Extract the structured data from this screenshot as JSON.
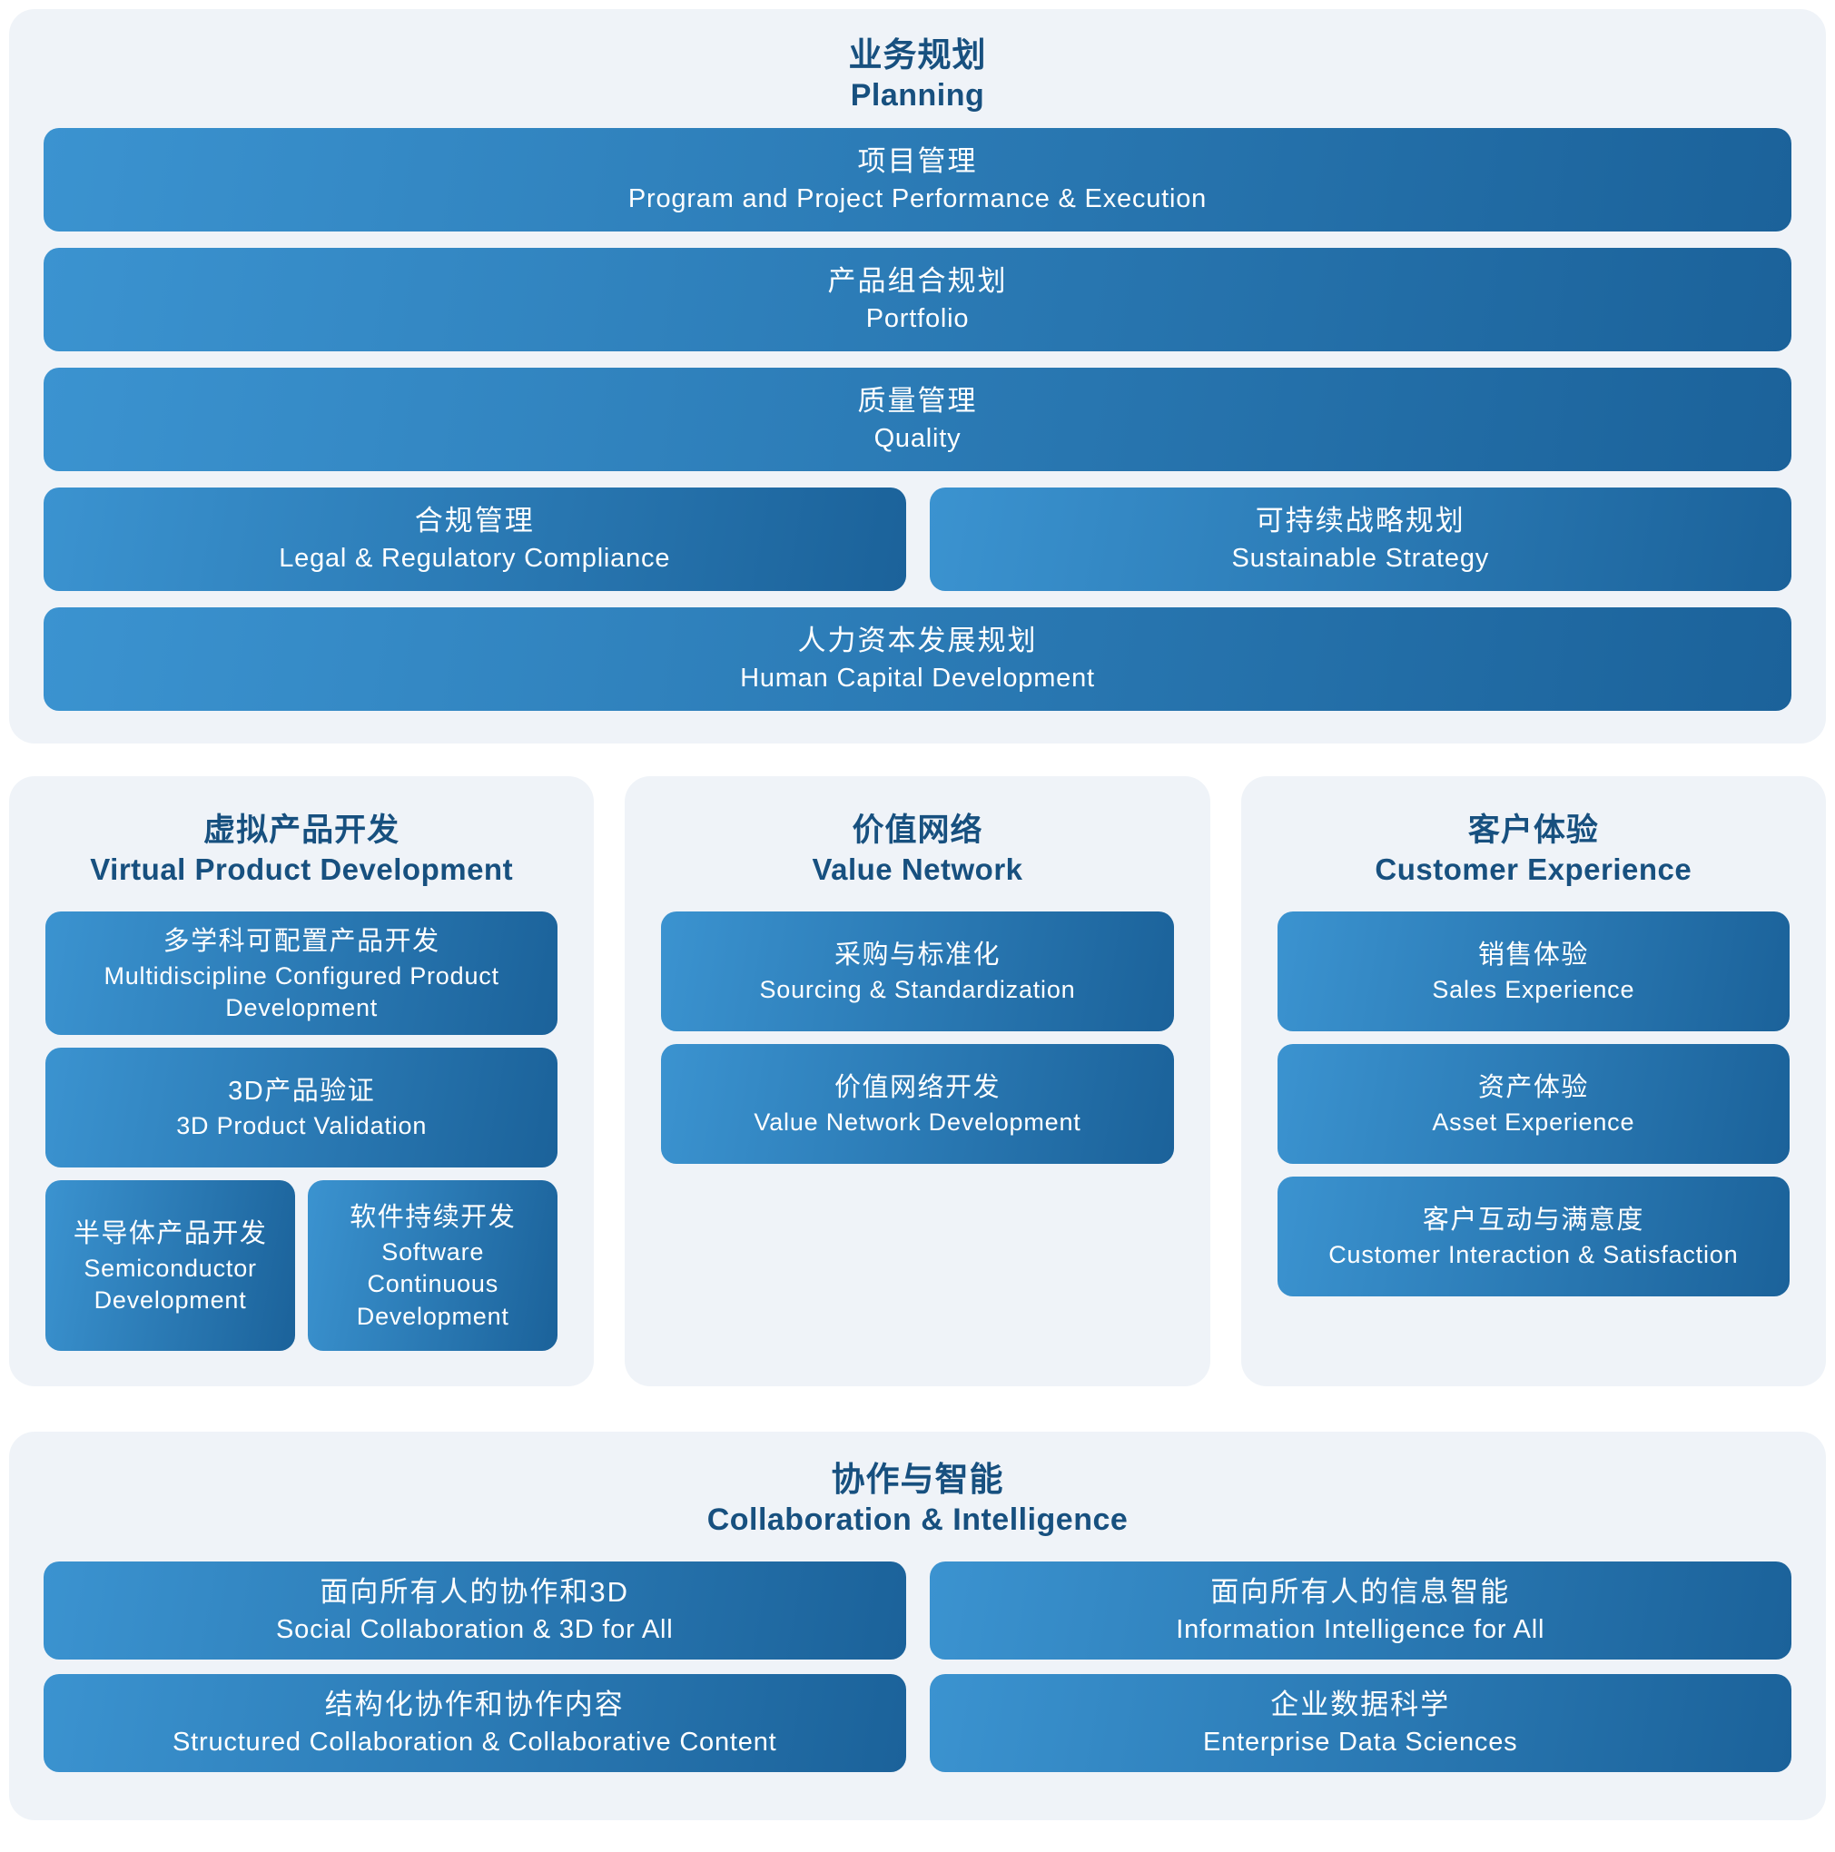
{
  "colors": {
    "panel_background": "#eff3f8",
    "heading_text": "#17507f",
    "bar_gradient_start": "#3b93d0",
    "bar_gradient_end": "#1b629a",
    "bar_text": "#ffffff",
    "page_background": "#ffffff"
  },
  "planning": {
    "title_zh": "业务规划",
    "title_en": "Planning",
    "rows": [
      {
        "zh": "项目管理",
        "en": "Program and Project Performance & Execution"
      },
      {
        "zh": "产品组合规划",
        "en": "Portfolio"
      },
      {
        "zh": "质量管理",
        "en": "Quality"
      },
      {
        "zh": "合规管理",
        "en": "Legal & Regulatory Compliance"
      },
      {
        "zh": "可持续战略规划",
        "en": "Sustainable Strategy"
      },
      {
        "zh": "人力资本发展规划",
        "en": "Human Capital Development"
      }
    ]
  },
  "virtual_product_development": {
    "title_zh": "虚拟产品开发",
    "title_en": "Virtual Product Development",
    "cards": [
      {
        "zh": "多学科可配置产品开发",
        "en": "Multidiscipline Configured Product Development"
      },
      {
        "zh": "3D产品验证",
        "en": "3D Product Validation"
      },
      {
        "zh": "半导体产品开发",
        "en": "Semiconductor Development"
      },
      {
        "zh": "软件持续开发",
        "en": "Software Continuous Development"
      }
    ]
  },
  "value_network": {
    "title_zh": "价值网络",
    "title_en": "Value Network",
    "cards": [
      {
        "zh": "采购与标准化",
        "en": "Sourcing & Standardization"
      },
      {
        "zh": "价值网络开发",
        "en": "Value Network Development"
      }
    ]
  },
  "customer_experience": {
    "title_zh": "客户体验",
    "title_en": "Customer Experience",
    "cards": [
      {
        "zh": "销售体验",
        "en": "Sales Experience"
      },
      {
        "zh": "资产体验",
        "en": "Asset Experience"
      },
      {
        "zh": "客户互动与满意度",
        "en": "Customer Interaction & Satisfaction"
      }
    ]
  },
  "collaboration": {
    "title_zh": "协作与智能",
    "title_en": "Collaboration & Intelligence",
    "bars": [
      {
        "zh": "面向所有人的协作和3D",
        "en": "Social Collaboration & 3D for All"
      },
      {
        "zh": "面向所有人的信息智能",
        "en": "Information Intelligence for All"
      },
      {
        "zh": "结构化协作和协作内容",
        "en": "Structured Collaboration & Collaborative Content"
      },
      {
        "zh": "企业数据科学",
        "en": "Enterprise Data Sciences"
      }
    ]
  }
}
